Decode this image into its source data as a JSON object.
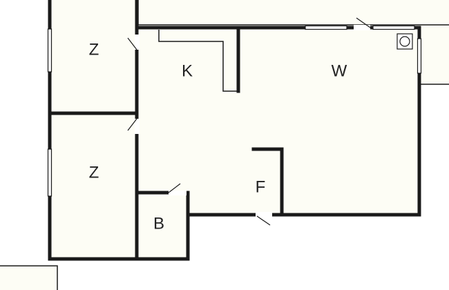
{
  "floorplan": {
    "rooms": {
      "z_top": "Z",
      "z_bottom": "Z",
      "k": "K",
      "w": "W",
      "f": "F",
      "b": "B"
    },
    "colors": {
      "floor": "#fdfdf5",
      "wall": "#1a1a1a",
      "background": "#ffffff"
    },
    "icons": {
      "stove": "stove-icon"
    }
  }
}
